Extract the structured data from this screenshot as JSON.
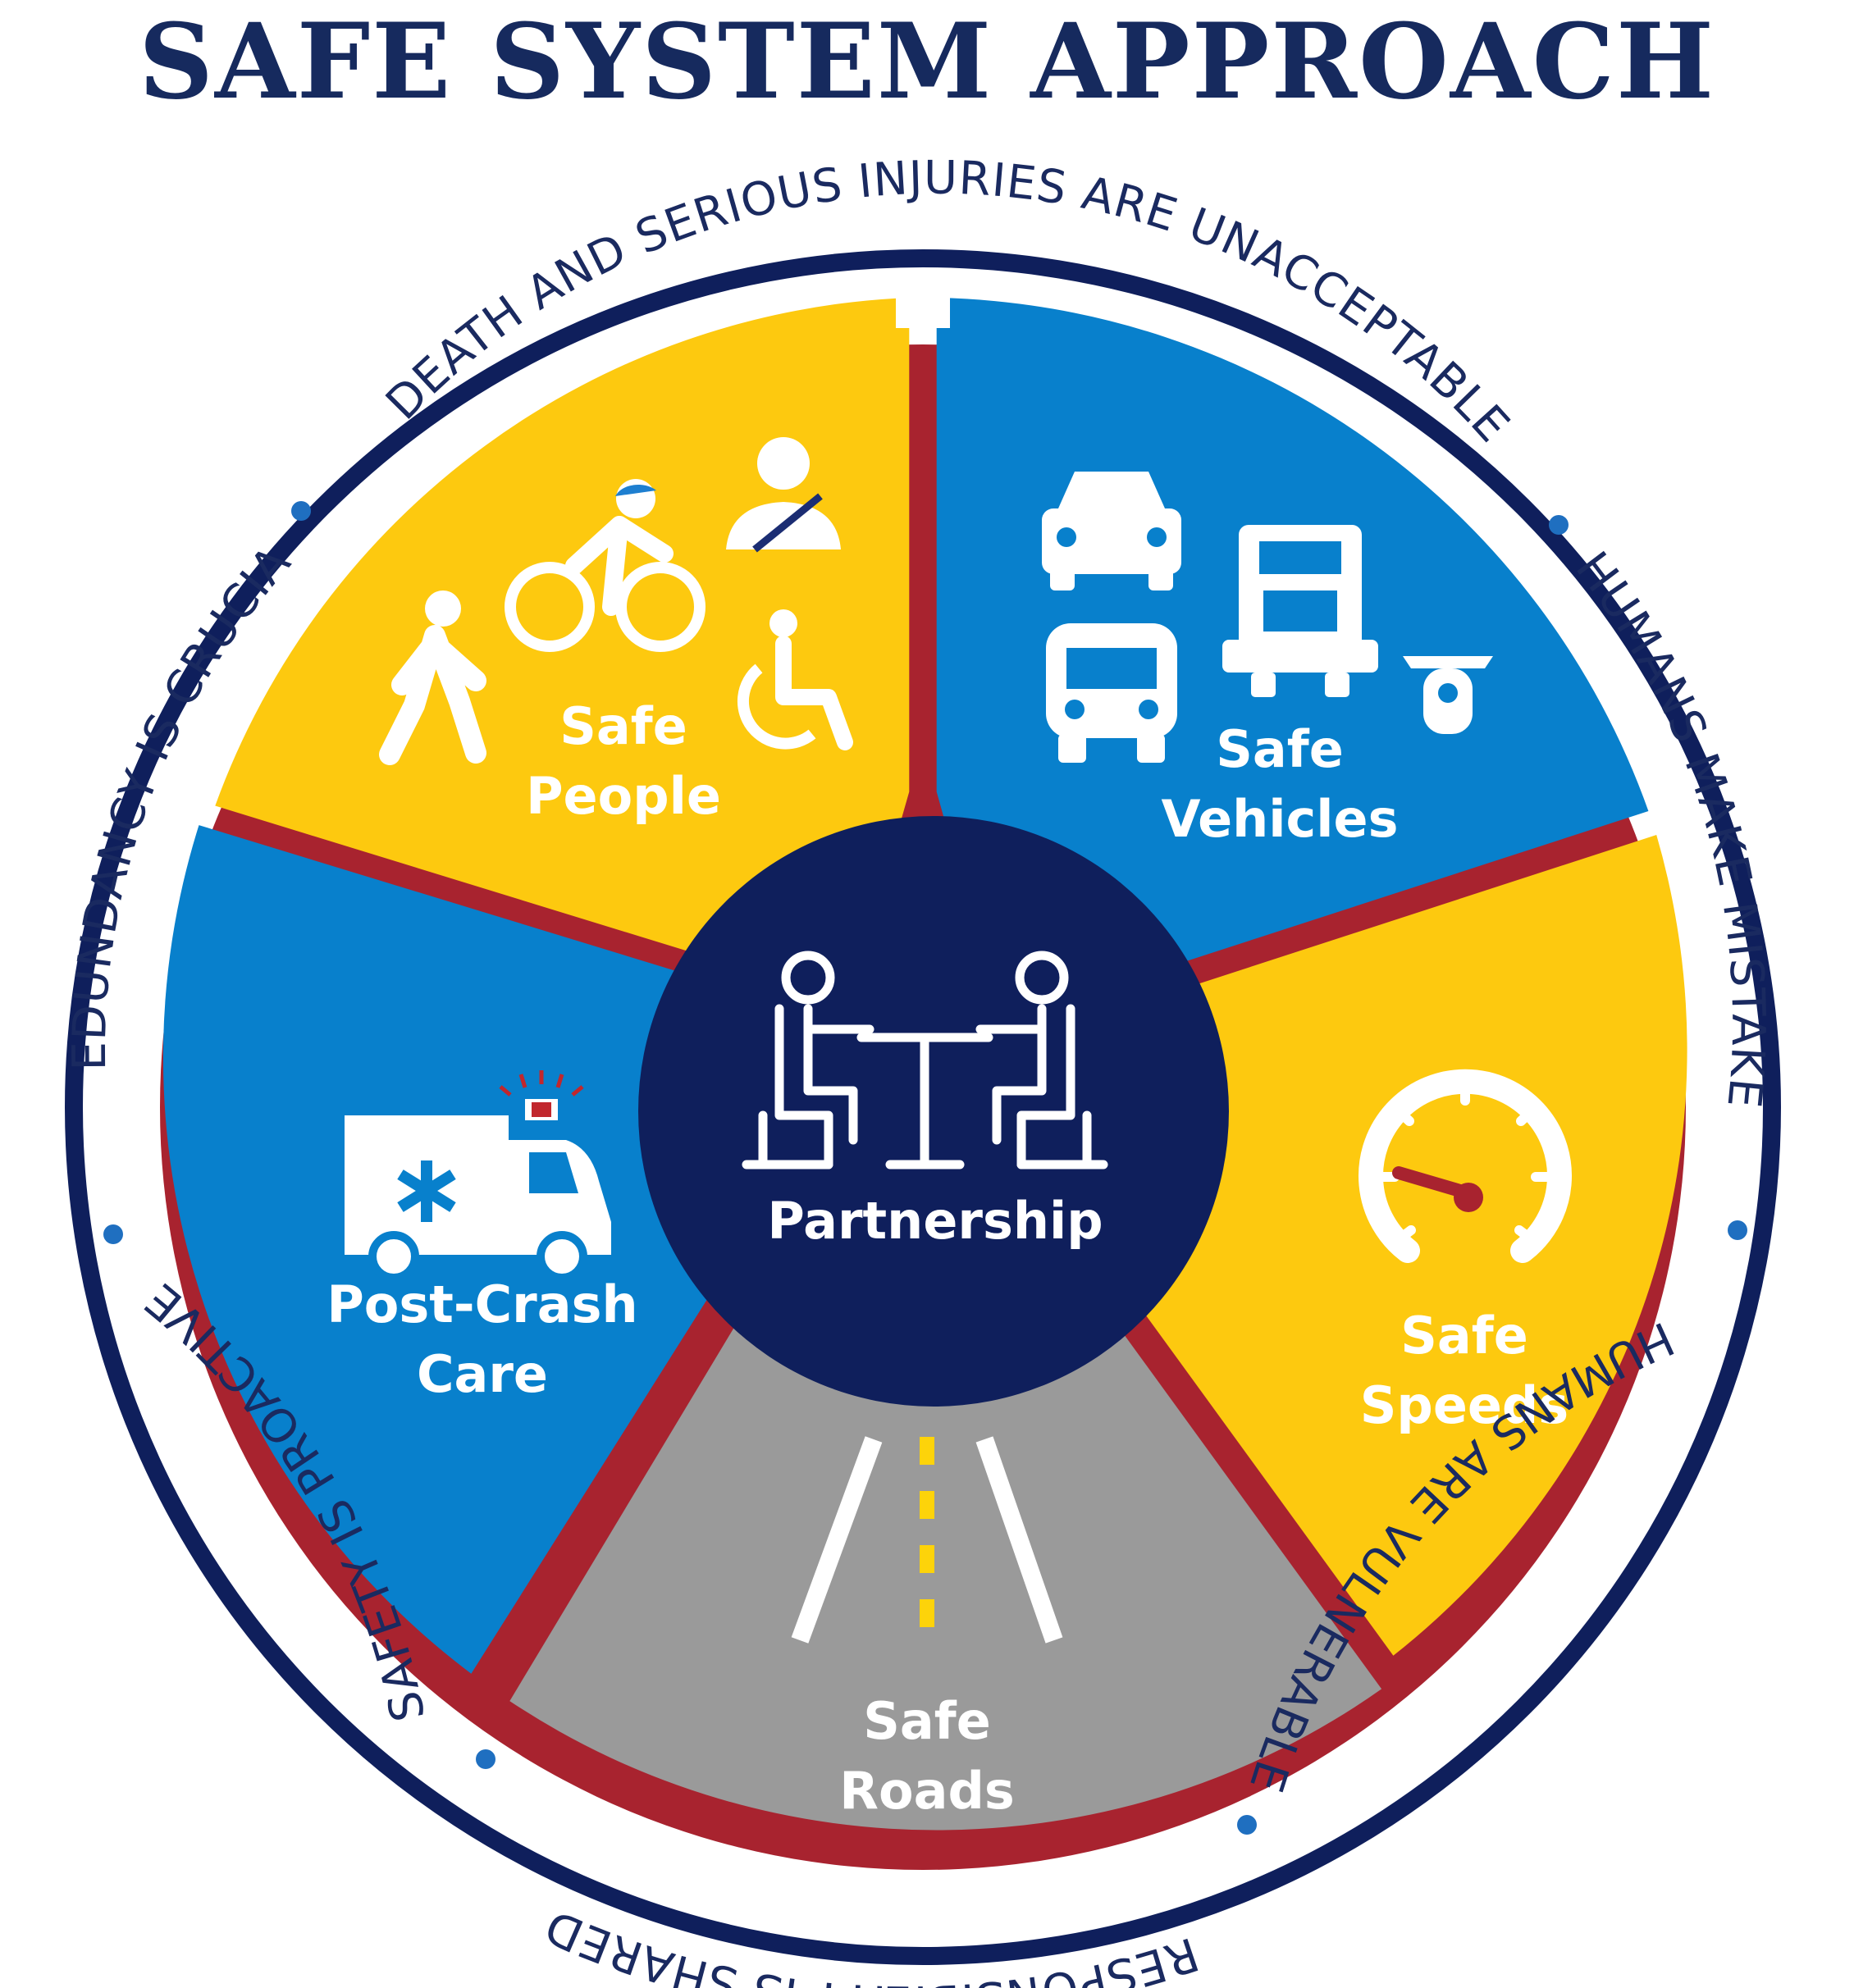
{
  "title": "SAFE SYSTEM APPROACH",
  "center": {
    "label": "Partnership",
    "icon": "partnership-icon"
  },
  "segments": [
    {
      "id": "safe-people",
      "line1": "Safe",
      "line2": "People",
      "color": "#fdc90f",
      "icons": [
        "pedestrian-icon",
        "cyclist-icon",
        "seatbelt-icon",
        "wheelchair-icon"
      ]
    },
    {
      "id": "safe-vehicles",
      "line1": "Safe",
      "line2": "Vehicles",
      "color": "#0880cc",
      "icons": [
        "car-icon",
        "truck-icon",
        "bus-icon",
        "motorcycle-icon"
      ]
    },
    {
      "id": "safe-speeds",
      "line1": "Safe",
      "line2": "Speeds",
      "color": "#fdc90f",
      "icons": [
        "speedometer-icon"
      ]
    },
    {
      "id": "safe-roads",
      "line1": "Safe",
      "line2": "Roads",
      "color": "#9a9a9a",
      "icons": [
        "road-icon"
      ]
    },
    {
      "id": "post-crash-care",
      "line1": "Post-Crash",
      "line2": "Care",
      "color": "#0880cc",
      "icons": [
        "ambulance-icon"
      ]
    }
  ],
  "principles": [
    "DEATH AND SERIOUS INJURIES ARE UNACCEPTABLE",
    "HUMANS MAKE MISTAKES",
    "HUMANS ARE VULNERABLE",
    "RESPONSIBILITY IS SHARED",
    "SAFETY IS PROACTIVE",
    "REDUNDANCY IS CRUCIAL"
  ],
  "colors": {
    "navy": "#0f1f5c",
    "divider": "#a8232f",
    "yellow": "#fdc90f",
    "blue": "#0880cc",
    "gray": "#9a9a9a",
    "title": "#162a5e",
    "dot": "#1f6fc0"
  }
}
